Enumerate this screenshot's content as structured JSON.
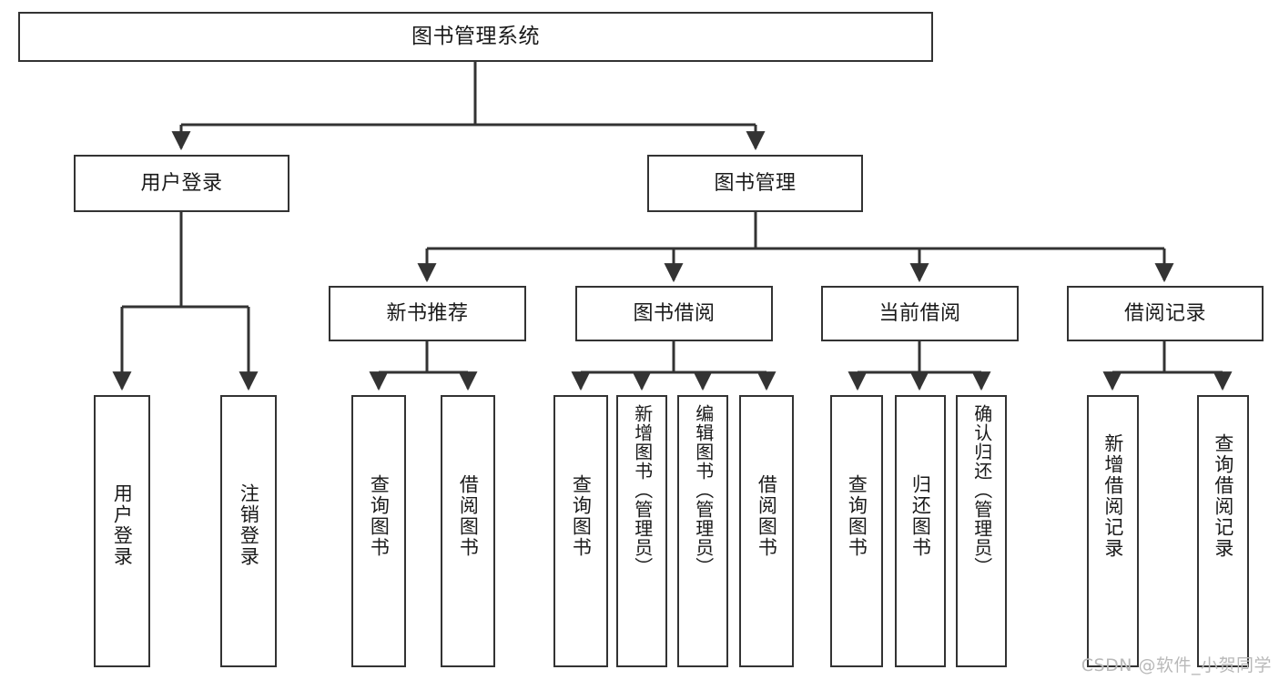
{
  "diagram": {
    "title": "图书管理系统",
    "type": "tree",
    "root": {
      "id": "root",
      "label": "图书管理系统"
    },
    "level2": [
      {
        "id": "user-login",
        "label": "用户登录"
      },
      {
        "id": "book-management",
        "label": "图书管理"
      }
    ],
    "level3": [
      {
        "id": "new-book-recommend",
        "label": "新书推荐",
        "parent": "book-management"
      },
      {
        "id": "book-borrow",
        "label": "图书借阅",
        "parent": "book-management"
      },
      {
        "id": "current-borrow",
        "label": "当前借阅",
        "parent": "book-management"
      },
      {
        "id": "borrow-record",
        "label": "借阅记录",
        "parent": "book-management"
      }
    ],
    "leaves": [
      {
        "id": "leaf-user-login",
        "label": "用户登录",
        "parent": "user-login"
      },
      {
        "id": "leaf-logout-login",
        "label": "注销登录",
        "parent": "user-login"
      },
      {
        "id": "leaf-query-book-1",
        "label": "查询图书",
        "parent": "new-book-recommend"
      },
      {
        "id": "leaf-borrow-book-1",
        "label": "借阅图书",
        "parent": "new-book-recommend"
      },
      {
        "id": "leaf-query-book-2",
        "label": "查询图书",
        "parent": "book-borrow"
      },
      {
        "id": "leaf-add-book",
        "label": "新增图书（管理员）",
        "parent": "book-borrow"
      },
      {
        "id": "leaf-edit-book",
        "label": "编辑图书（管理员）",
        "parent": "book-borrow"
      },
      {
        "id": "leaf-borrow-book-2",
        "label": "借阅图书",
        "parent": "book-borrow"
      },
      {
        "id": "leaf-query-book-3",
        "label": "查询图书",
        "parent": "current-borrow"
      },
      {
        "id": "leaf-return-book",
        "label": "归还图书",
        "parent": "current-borrow"
      },
      {
        "id": "leaf-confirm-return",
        "label": "确认归还（管理员）",
        "parent": "current-borrow"
      },
      {
        "id": "leaf-add-record",
        "label": "新增借阅记录",
        "parent": "borrow-record"
      },
      {
        "id": "leaf-query-record",
        "label": "查询借阅记录",
        "parent": "borrow-record"
      }
    ],
    "colors": {
      "stroke": "#333333",
      "fill": "#ffffff",
      "text": "#1a1a1a",
      "watermark": "#b9b9b9"
    }
  },
  "watermark": {
    "text": "CSDN @软件_小贺同学"
  }
}
